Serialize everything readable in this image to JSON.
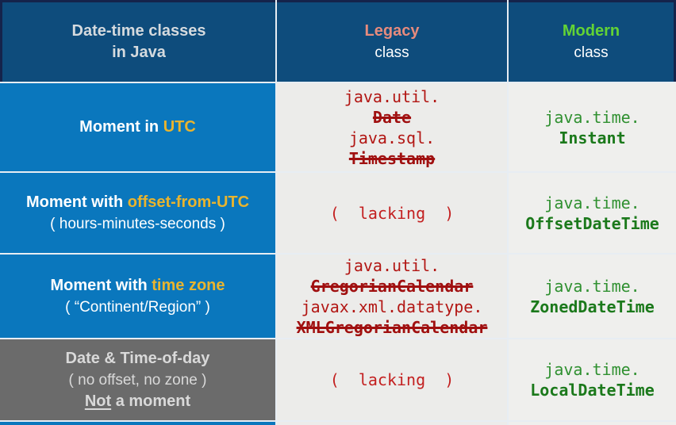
{
  "chart_data": {
    "type": "table",
    "title": "Date-time classes in Java",
    "columns": [
      "Date-time classes in Java",
      "Legacy class",
      "Modern class"
    ],
    "rows": [
      [
        "Moment in UTC",
        "java.util.Date (struck through), java.sql.Timestamp (struck through)",
        "java.time.Instant"
      ],
      [
        "Moment with offset-from-UTC ( hours-minutes-seconds )",
        "( lacking )",
        "java.time.OffsetDateTime"
      ],
      [
        "Moment with time zone ( “Continent/Region” )",
        "java.util.GregorianCalendar (struck through), javax.xml.datatype.XMLGregorianCalendar (struck through)",
        "java.time.ZonedDateTime"
      ],
      [
        "Date & Time-of-day ( no offset, no zone ) Not a moment",
        "( lacking )",
        "java.time.LocalDateTime"
      ]
    ]
  },
  "header": {
    "col1": {
      "line1": "Date-time classes",
      "line2": "in Java"
    },
    "legacy": {
      "title": "Legacy",
      "subtitle": "class"
    },
    "modern": {
      "title": "Modern",
      "subtitle": "class"
    }
  },
  "rows": [
    {
      "label": {
        "main": "Moment in",
        "accent": "UTC",
        "note": ""
      },
      "legacy": {
        "line1": "java.util.",
        "line2": "Date",
        "line3": "java.sql.",
        "line4": "Timestamp"
      },
      "modern": {
        "pkg": "java.time.",
        "cls": "Instant"
      }
    },
    {
      "label": {
        "main": "Moment with",
        "accent": "offset-from-UTC",
        "note": "( hours-minutes-seconds )"
      },
      "legacy": {
        "line1": "(  lacking  )"
      },
      "modern": {
        "pkg": "java.time.",
        "cls": "OffsetDateTime"
      }
    },
    {
      "label": {
        "main": "Moment with",
        "accent": "time zone",
        "note": "( “Continent/Region” )"
      },
      "legacy": {
        "line1": "java.util.",
        "line2": "GregorianCalendar",
        "line3": "javax.xml.datatype.",
        "line4": "XMLGregorianCalendar"
      },
      "modern": {
        "pkg": "java.time.",
        "cls": "ZonedDateTime"
      }
    },
    {
      "label": {
        "main": "Date & Time-of-day",
        "note": "( no offset, no zone )",
        "emph_underlined": "Not",
        "emph_rest": " a moment"
      },
      "legacy": {
        "line1": "(  lacking  )"
      },
      "modern": {
        "pkg": "java.time.",
        "cls": "LocalDateTime"
      }
    }
  ],
  "colors": {
    "header_bg": "#0e4c7c",
    "outer_border": "#15234b",
    "row_blue": "#0a77bd",
    "row_gray": "#6b6b6b",
    "accent_gold": "#e9b42e",
    "legacy_salmon": "#e78b7d",
    "modern_green": "#63d335",
    "code_red": "#b21613",
    "code_green": "#1b791b",
    "cell_light": "#ececea"
  }
}
